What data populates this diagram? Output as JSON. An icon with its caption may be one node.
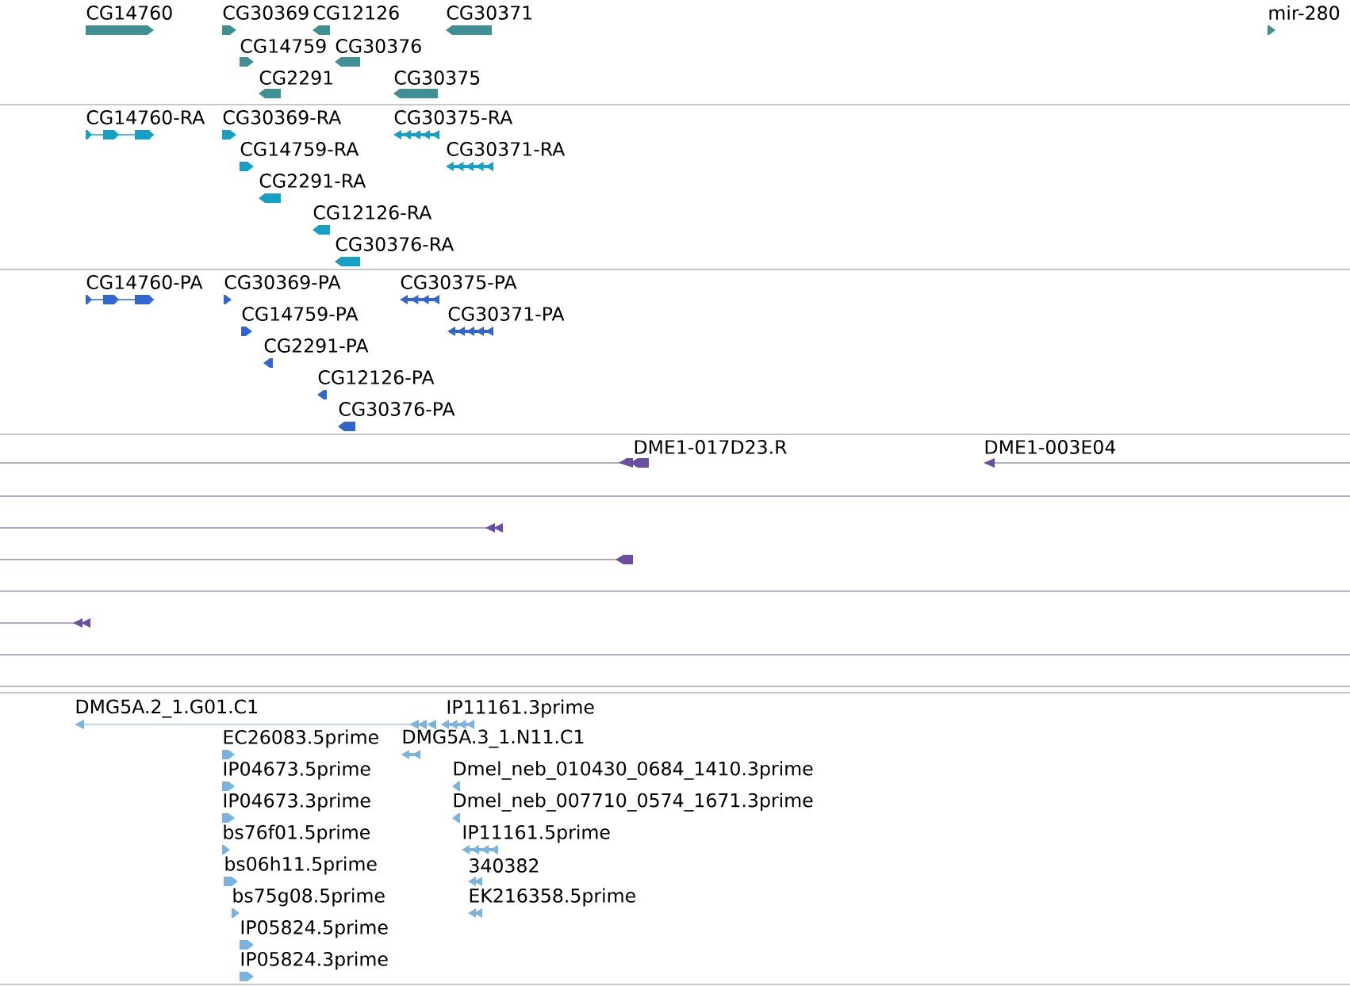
{
  "diagram": {
    "labels": [
      "CG14760",
      "CG30369",
      "CG12126",
      "CG30371",
      "mir-280",
      "CG14759",
      "CG30376",
      "CG2291",
      "CG30375",
      "CG14760-RA",
      "CG30369-RA",
      "CG30375-RA",
      "CG14759-RA",
      "CG30371-RA",
      "CG2291-RA",
      "CG12126-RA",
      "CG30376-RA",
      "CG14760-PA",
      "CG30369-PA",
      "CG30375-PA",
      "CG14759-PA",
      "CG30371-PA",
      "CG2291-PA",
      "CG12126-PA",
      "CG30376-PA",
      "DME1-017D23.R",
      "DME1-003E04",
      "DMG5A.2_1.G01.C1",
      "IP11161.3prime",
      "EC26083.5prime",
      "DMG5A.3_1.N11.C1",
      "IP04673.5prime",
      "Dmel_neb_010430_0684_1410.3prime",
      "IP04673.3prime",
      "Dmel_neb_007710_0574_1671.3prime",
      "bs76f01.5prime",
      "IP11161.5prime",
      "bs06h11.5prime",
      "340382",
      "bs75g08.5prime",
      "EK216358.5prime",
      "IP05824.5prime",
      "IP05824.3prime"
    ]
  }
}
